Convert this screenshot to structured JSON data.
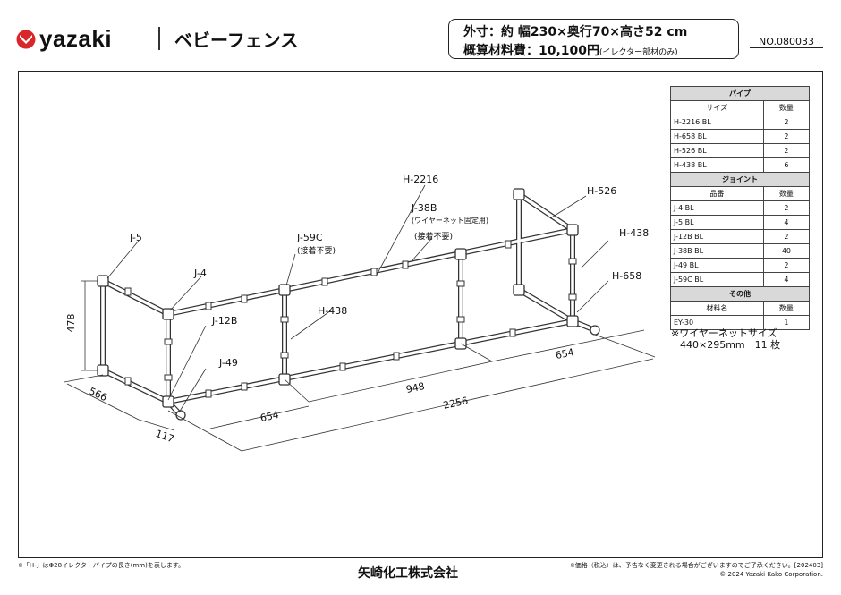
{
  "header": {
    "brand": "yazaki",
    "title": "ベビーフェンス",
    "spec_size": "外寸：約 幅230×奥行70×高さ52 cm",
    "spec_cost_label": "概算材料費：10,100円",
    "spec_cost_note": "(イレクター部材のみ)",
    "doc_number": "NO.080033",
    "brand_color": "#d8262b"
  },
  "diagram": {
    "part_labels": {
      "H-2216": "H-2216",
      "H-526": "H-526",
      "H-438-right": "H-438",
      "H-658": "H-658",
      "H-438-mid": "H-438",
      "J-5": "J-5",
      "J-4": "J-4",
      "J-12B": "J-12B",
      "J-49": "J-49",
      "J-59C": "J-59C",
      "J-59C-note": "(接着不要)",
      "J-38B": "J-38B",
      "J-38B-note1": "(ワイヤーネット固定用)",
      "J-38B-note2": "(接着不要)"
    },
    "dimensions": {
      "height": "478",
      "depth": "566",
      "offset": "117",
      "front_left": "654",
      "middle": "948",
      "back_right": "654",
      "total": "2256"
    }
  },
  "parts_table": {
    "sections": [
      {
        "title": "パイプ",
        "col_name": "サイズ",
        "col_qty": "数量",
        "rows": [
          {
            "name": "H-2216 BL",
            "qty": "2"
          },
          {
            "name": "H-658 BL",
            "qty": "2"
          },
          {
            "name": "H-526 BL",
            "qty": "2"
          },
          {
            "name": "H-438 BL",
            "qty": "6"
          }
        ]
      },
      {
        "title": "ジョイント",
        "col_name": "品番",
        "col_qty": "数量",
        "rows": [
          {
            "name": "J-4 BL",
            "qty": "2"
          },
          {
            "name": "J-5 BL",
            "qty": "4"
          },
          {
            "name": "J-12B BL",
            "qty": "2"
          },
          {
            "name": "J-38B BL",
            "qty": "40"
          },
          {
            "name": "J-49 BL",
            "qty": "2"
          },
          {
            "name": "J-59C BL",
            "qty": "4"
          }
        ]
      },
      {
        "title": "その他",
        "col_name": "材料名",
        "col_qty": "数量",
        "rows": [
          {
            "name": "EY-30",
            "qty": "1"
          }
        ]
      }
    ]
  },
  "wire_note": "※ワイヤーネットサイズ",
  "wire_size": "440×295mm　11 枚",
  "footer": {
    "left_note": "※「H-」はΦ28イレクターパイプの長さ(mm)を表します。",
    "company": "矢崎化工株式会社",
    "right_note": "※価格（税込）は、予告なく変更される場合がございますのでご了承ください。[202403]",
    "copyright": "© 2024 Yazaki Kako Corporation."
  }
}
